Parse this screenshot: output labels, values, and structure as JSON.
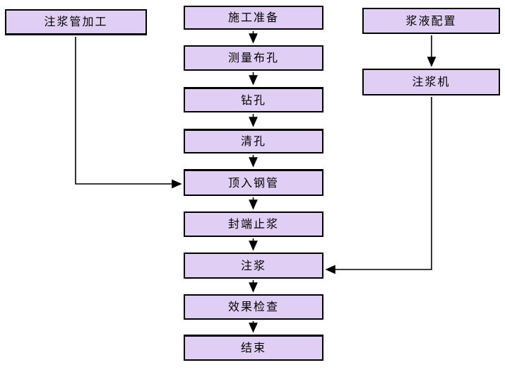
{
  "nodes": {
    "pipe_fabrication": "注浆管加工",
    "main_flow": [
      "施工准备",
      "测量布孔",
      "钻孔",
      "清孔",
      "顶入钢管",
      "封端止浆",
      "注浆",
      "效果检查",
      "结束"
    ],
    "right_flow": [
      "浆液配置",
      "注浆机"
    ]
  },
  "edges": [
    {
      "from": "施工准备",
      "to": "测量布孔"
    },
    {
      "from": "测量布孔",
      "to": "钻孔"
    },
    {
      "from": "钻孔",
      "to": "清孔"
    },
    {
      "from": "清孔",
      "to": "顶入钢管"
    },
    {
      "from": "顶入钢管",
      "to": "封端止浆"
    },
    {
      "from": "封端止浆",
      "to": "注浆"
    },
    {
      "from": "注浆",
      "to": "效果检查"
    },
    {
      "from": "效果检查",
      "to": "结束"
    },
    {
      "from": "注浆管加工",
      "to": "顶入钢管"
    },
    {
      "from": "浆液配置",
      "to": "注浆机"
    },
    {
      "from": "注浆机",
      "to": "注浆"
    }
  ],
  "colors": {
    "box_fill": "#E1CEF4",
    "box_border": "#000000",
    "arrow": "#000000",
    "background": "#FFFFFF"
  }
}
